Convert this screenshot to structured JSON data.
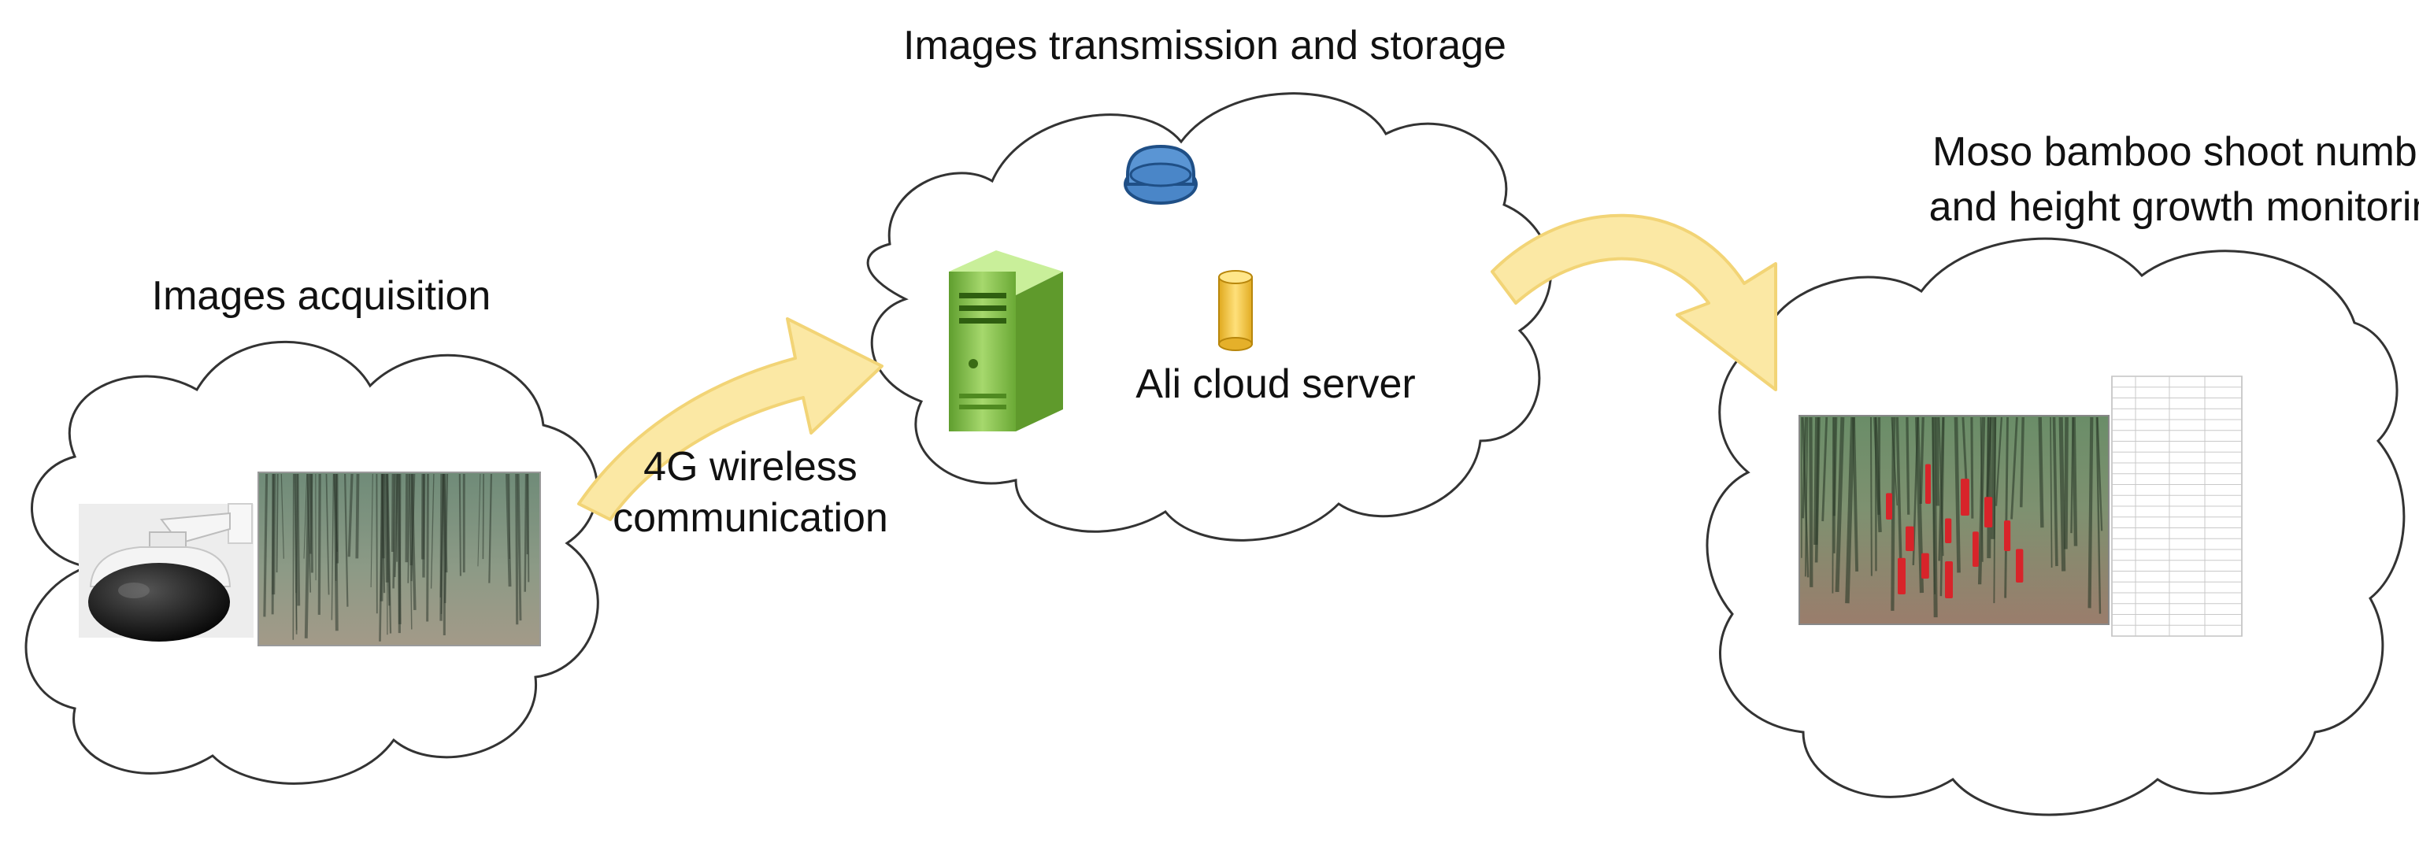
{
  "labels": {
    "acquisition": "Images acquisition",
    "transmission": "Images transmission and storage",
    "link_line1": "4G wireless",
    "link_line2": "communication",
    "server": "Ali cloud server",
    "monitoring_line1": "Moso bamboo shoot number",
    "monitoring_line2": "and height growth monitoring"
  },
  "colors": {
    "arrow_fill": "#fbe8a4",
    "arrow_stroke": "#f2d476",
    "server_green": "#8cc84b",
    "database_blue": "#4a86c8",
    "cylinder_yellow": "#f6cc44",
    "detection_red": "#d8242a"
  },
  "icons": [
    "ptz-dome-camera-icon",
    "server-tower-icon",
    "database-icon",
    "storage-cylinder-icon"
  ]
}
